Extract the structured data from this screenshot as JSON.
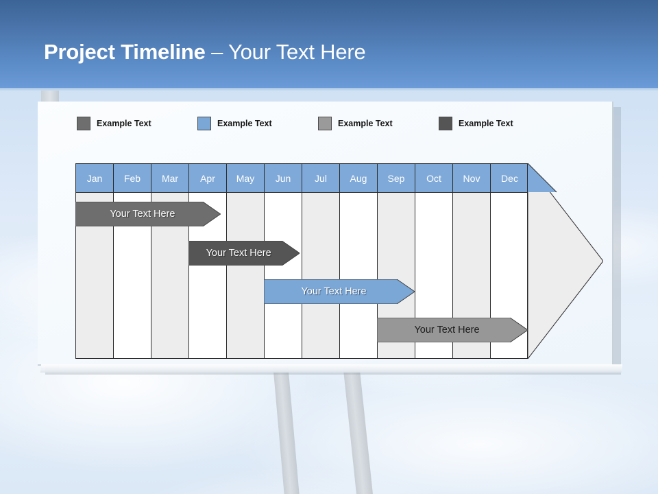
{
  "title": {
    "bold_part": "Project Timeline",
    "light_part": " – Your Text Here"
  },
  "legend": {
    "items": [
      {
        "label": "Example Text",
        "color": "#6e6e6e"
      },
      {
        "label": "Example Text",
        "color": "#7ba7d7"
      },
      {
        "label": "Example Text",
        "color": "#9a9a9a"
      },
      {
        "label": "Example Text",
        "color": "#555555"
      }
    ]
  },
  "chart_data": {
    "type": "bar",
    "title": "Project Timeline – Your Text Here",
    "xlabel": "",
    "ylabel": "",
    "categories": [
      "Jan",
      "Feb",
      "Mar",
      "Apr",
      "May",
      "Jun",
      "Jul",
      "Aug",
      "Sep",
      "Oct",
      "Nov",
      "Dec"
    ],
    "column_shading": [
      "shaded",
      "plain",
      "shaded",
      "plain",
      "shaded",
      "plain",
      "shaded",
      "plain",
      "shaded",
      "plain",
      "shaded",
      "plain"
    ],
    "header_color": "#7fa9d8",
    "grid": true,
    "legend_position": "top",
    "series": [
      {
        "name": "Your  Text Here",
        "label": "Your  Text Here",
        "start_month": "Jan",
        "end_month": "Apr",
        "start_index": 0,
        "end_index": 3.85,
        "color": "#6e6e6e",
        "text_color": "light",
        "row": 0
      },
      {
        "name": "Your  Text Here",
        "label": "Your  Text Here",
        "start_month": "Apr",
        "end_month": "Jul",
        "start_index": 3.0,
        "end_index": 5.95,
        "color": "#555555",
        "text_color": "light",
        "row": 1
      },
      {
        "name": "Your  Text Here",
        "label": "Your  Text Here",
        "start_month": "Jun",
        "end_month": "Sep",
        "start_index": 5.0,
        "end_index": 9.0,
        "color": "#7ba7d7",
        "text_color": "light",
        "row": 2
      },
      {
        "name": "Your  Text Here",
        "label": "Your  Text Here",
        "start_month": "Sep",
        "end_month": "Dec",
        "start_index": 8.0,
        "end_index": 12.0,
        "color": "#979797",
        "text_color": "dark",
        "row": 3
      }
    ]
  }
}
